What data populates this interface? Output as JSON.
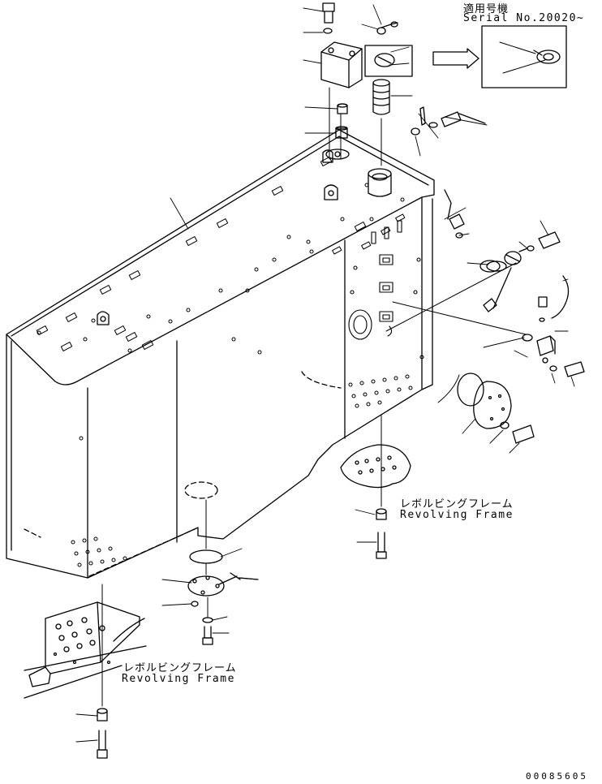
{
  "serial_note": {
    "applicable_label": "適用号機",
    "serial_text": "Serial No.20020~"
  },
  "frame_labels": [
    {
      "jp": "レボルビングフレーム",
      "en": "Revolving Frame"
    },
    {
      "jp": "レボルビングフレーム",
      "en": "Revolving Frame"
    }
  ],
  "drawing_ref": "00085605"
}
